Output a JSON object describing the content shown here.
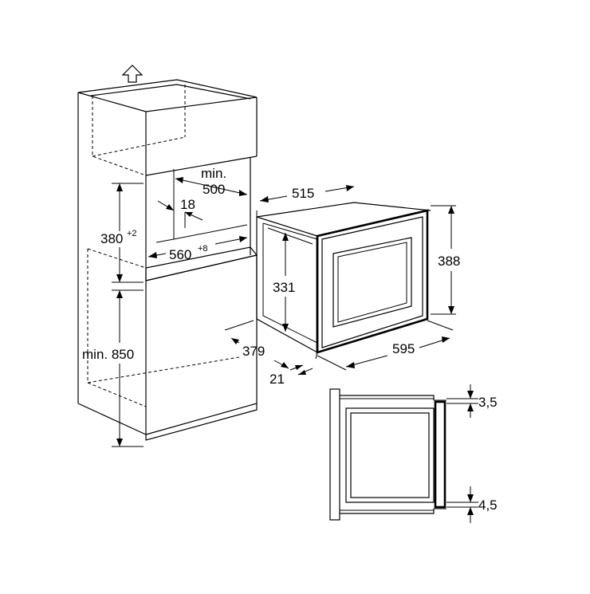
{
  "dimensions": {
    "min_500_line1": "min.",
    "min_500_line2": "500",
    "d18": "18",
    "d380": "380",
    "d380_tol": "+2",
    "d560": "560",
    "d560_tol": "+8",
    "min_850": "min. 850",
    "d515": "515",
    "d388": "388",
    "d331": "331",
    "d379": "379",
    "d595": "595",
    "d21": "21",
    "d3_5": "3,5",
    "d4_5": "4,5"
  },
  "icons": {
    "up_arrow": "up-arrow-icon"
  }
}
